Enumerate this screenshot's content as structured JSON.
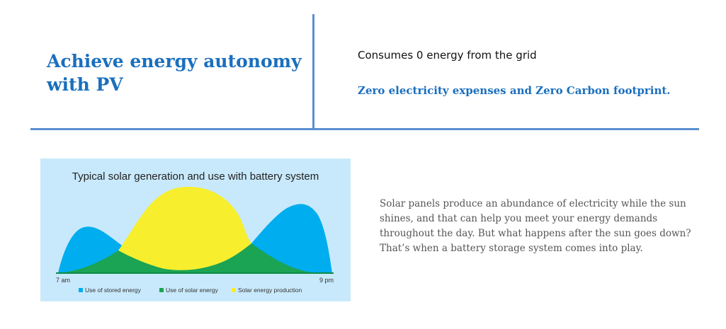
{
  "headline": "Achieve energy autonomy with PV",
  "consumes_text": "Consumes 0 energy from the grid",
  "zero_text": "Zero electricity expenses and Zero Carbon footprint.",
  "body_text": "Solar panels produce an abundance of electricity while the sun shines, and that can help you meet your energy demands throughout the day. But what happens after the sun goes down? That’s when a battery storage system comes into play.",
  "colors": {
    "accent": "#1a6fbe",
    "divider": "#5b8fd0",
    "chart_bg": "#c8e9fb",
    "stored": "#00adef",
    "solar_use": "#1aa454",
    "production": "#f7ee2e"
  },
  "chart_data": {
    "type": "area",
    "title": "Typical solar generation and use with battery system",
    "x_labels": [
      "7 am",
      "9 pm"
    ],
    "legend_position": "bottom",
    "series": [
      {
        "name": "Use of stored energy",
        "color": "#00adef"
      },
      {
        "name": "Use of solar energy",
        "color": "#1aa454"
      },
      {
        "name": "Solar energy production",
        "color": "#f7ee2e"
      }
    ]
  }
}
